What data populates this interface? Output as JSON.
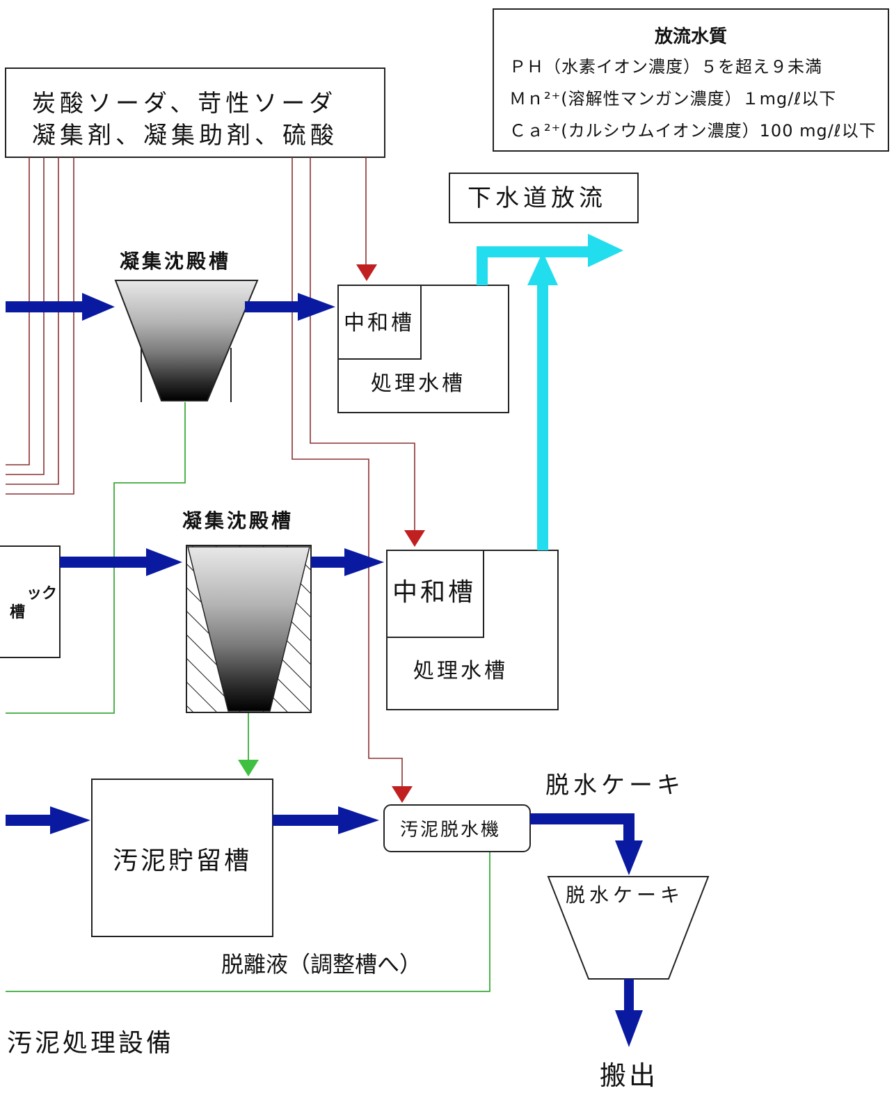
{
  "spec": {
    "title": "放流水質",
    "rows": [
      "ＰＨ（水素イオン濃度）５を超え９未満",
      "Ｍｎ²⁺(溶解性マンガン濃度）１mg/ℓ以下",
      "Ｃａ²⁺(カルシウムイオン濃度）100 mg/ℓ以下"
    ]
  },
  "chemicals": {
    "line1": "炭酸ソーダ、苛性ソーダ",
    "line2": "凝集剤、凝集助剤、硫酸"
  },
  "sewer_discharge": "下水道放流",
  "tanks": {
    "sedimentation_upper": "凝集沈殿槽",
    "sedimentation_lower": "凝集沈殿槽",
    "neutralization_upper": "中和槽",
    "treated_upper": "処理水槽",
    "neutralization_lower": "中和槽",
    "treated_lower": "処理水槽",
    "partial_left_1": "ック",
    "partial_left_2": "槽",
    "sludge_storage": "汚泥貯留槽",
    "dewatering_machine": "汚泥脱水機",
    "cake_hopper": "脱水ケーキ"
  },
  "labels": {
    "cake_out": "脱水ケーキ",
    "filtrate": "脱離液（調整槽へ）",
    "section": "汚泥処理設備",
    "carry_out": "搬出"
  },
  "colors": {
    "flow": "#0a1aa0",
    "discharge": "#22ddee",
    "chemical_line": "#8a3030",
    "sludge_line": "#3aaa3a",
    "chemical_arrow": "#c02020",
    "sludge_arrow": "#40c040"
  }
}
